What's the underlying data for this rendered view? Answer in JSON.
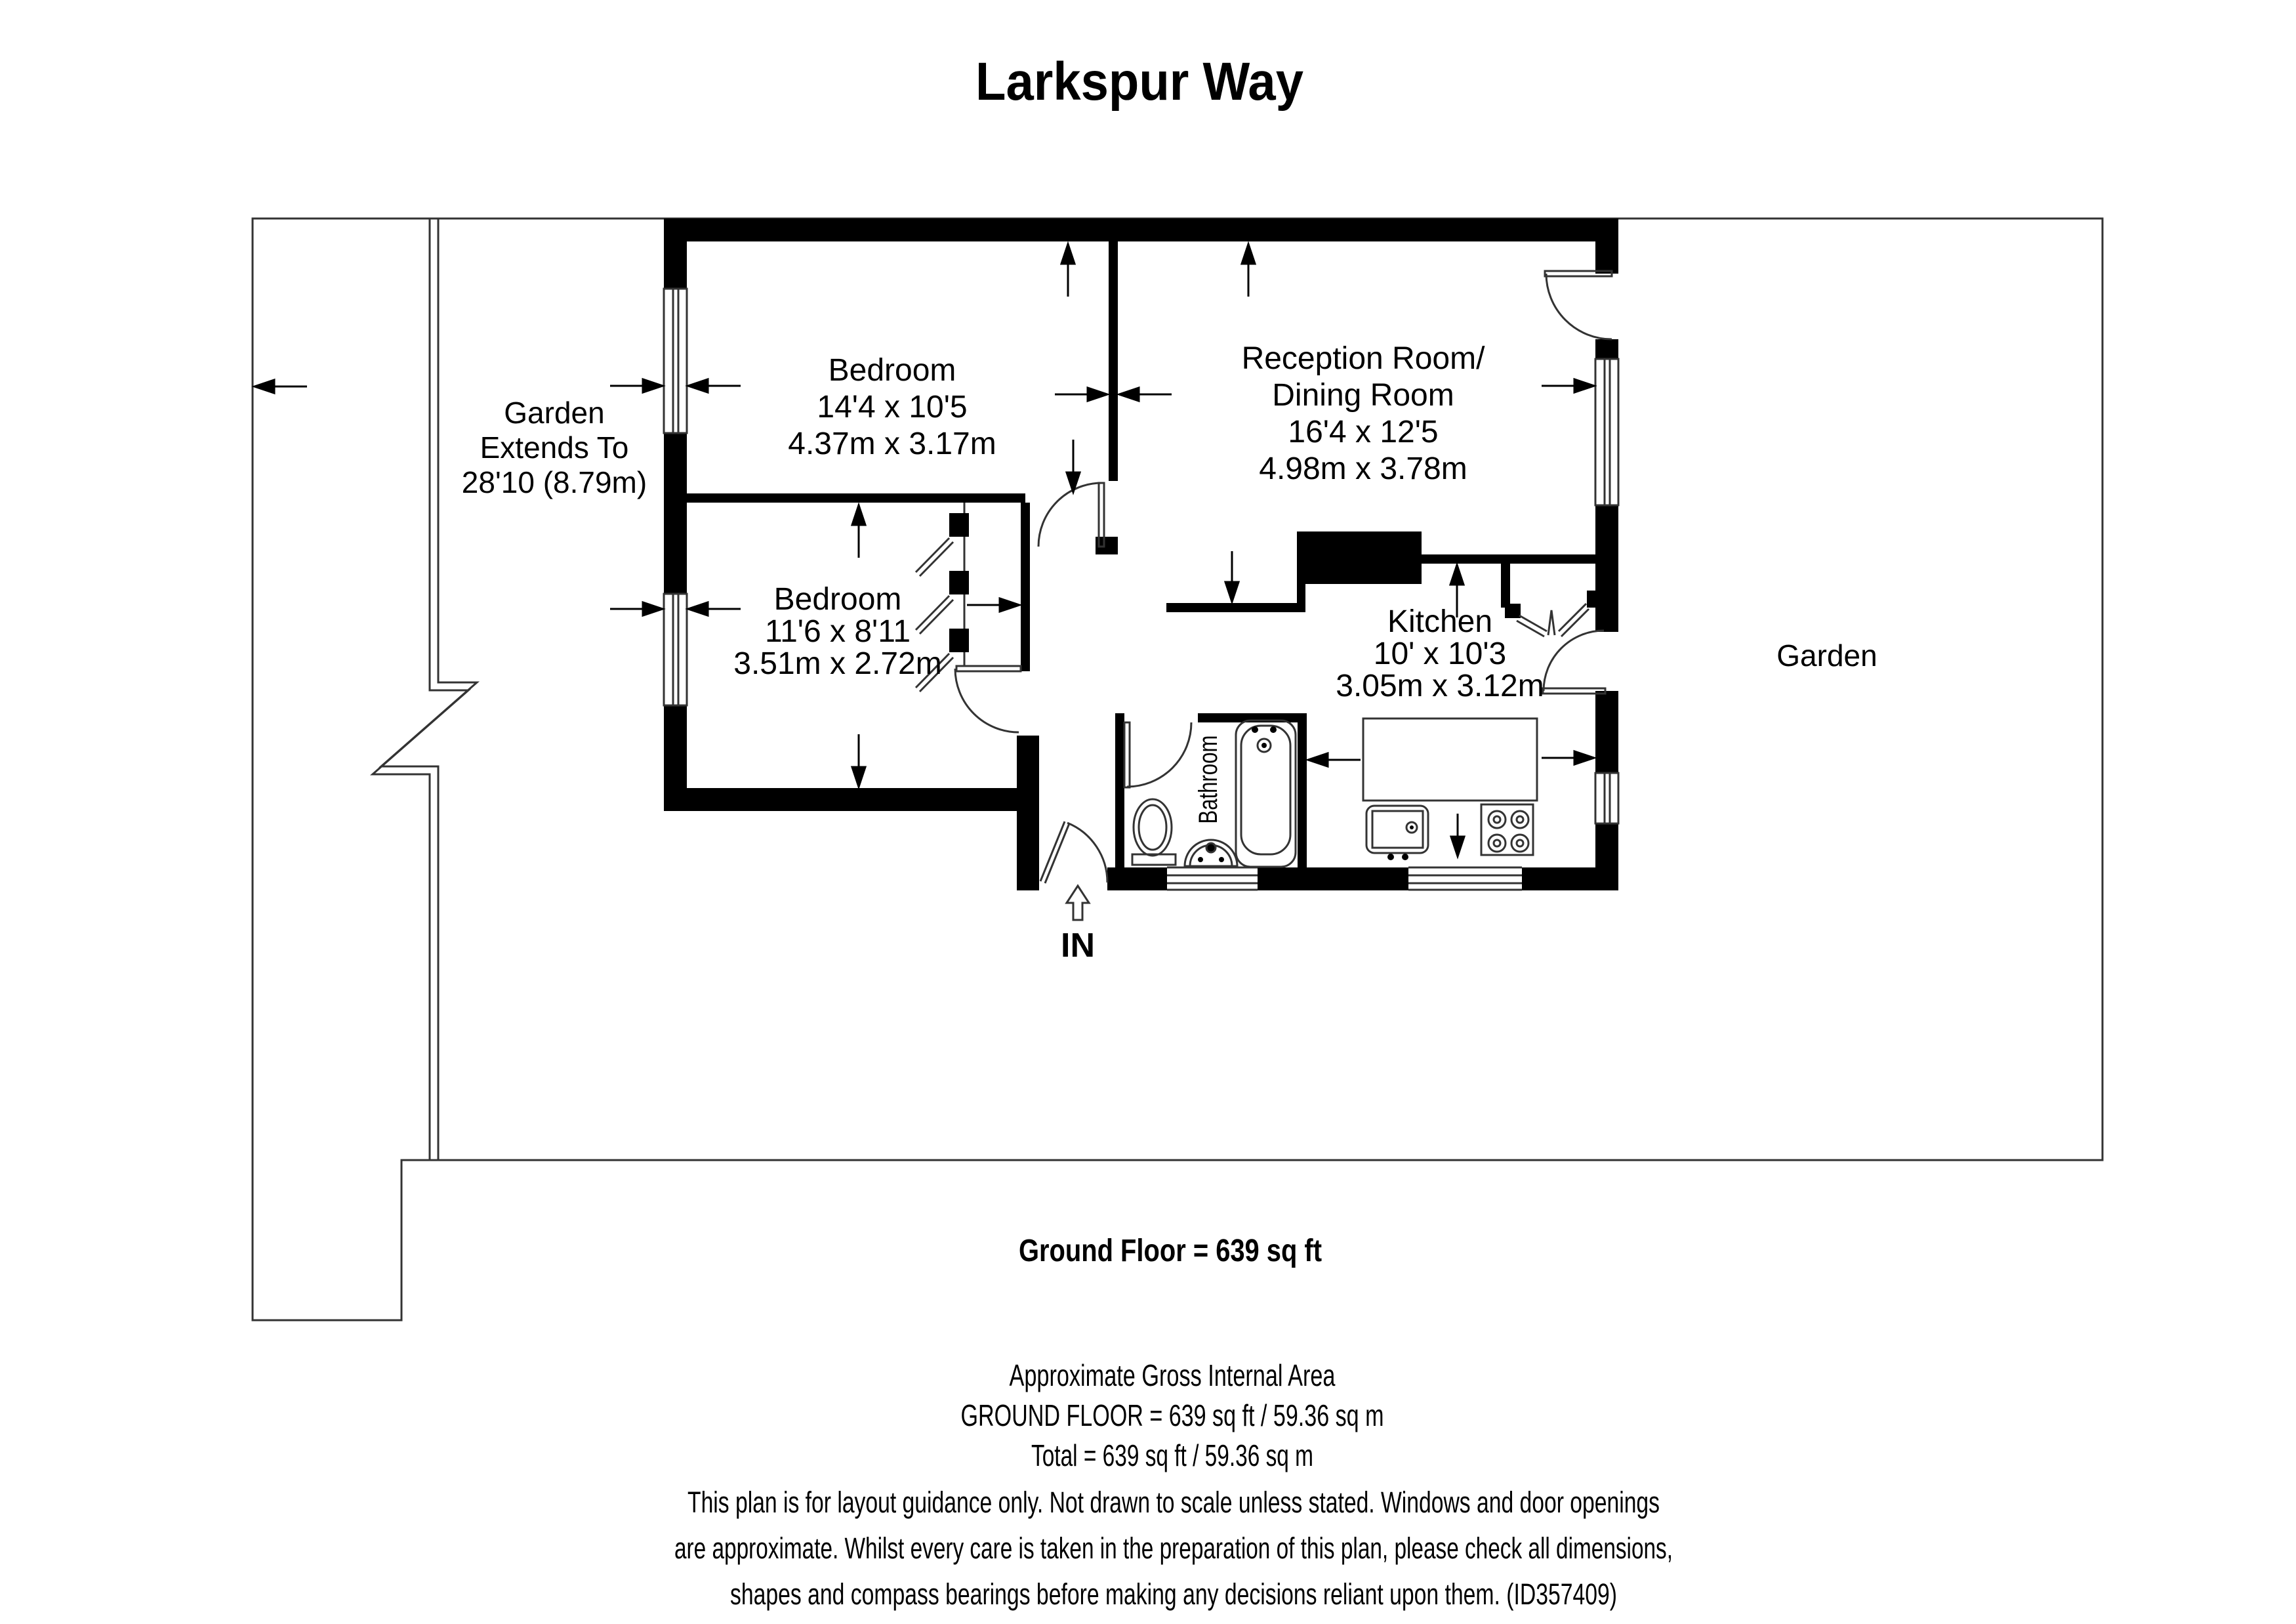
{
  "title": "Larkspur Way",
  "rooms": {
    "bedroom1": {
      "name": "Bedroom",
      "size_imperial": "14'4 x 10'5",
      "size_metric": "4.37m x 3.17m"
    },
    "reception": {
      "name_line1": "Reception Room/",
      "name_line2": "Dining Room",
      "size_imperial": "16'4 x 12'5",
      "size_metric": "4.98m x 3.78m"
    },
    "bedroom2": {
      "name": "Bedroom",
      "size_imperial": "11'6 x 8'11",
      "size_metric": "3.51m x 2.72m"
    },
    "kitchen": {
      "name": "Kitchen",
      "size_imperial": "10' x 10'3",
      "size_metric": "3.05m x 3.12m"
    },
    "bathroom": {
      "name": "Bathroom"
    }
  },
  "garden": {
    "left_line1": "Garden",
    "left_line2": "Extends To",
    "left_line3": "28'10 (8.79m)",
    "right_label": "Garden"
  },
  "entrance": {
    "label": "IN"
  },
  "summary": {
    "floor_total": "Ground Floor = 639 sq ft",
    "area_line1": "Approximate Gross Internal Area",
    "area_line2": "GROUND FLOOR = 639 sq ft / 59.36 sq m",
    "area_line3": "Total = 639 sq ft / 59.36 sq m"
  },
  "disclaimer": {
    "line1": "This plan is for layout guidance only. Not drawn to scale unless stated. Windows and door openings",
    "line2": "are approximate. Whilst every care is taken in the preparation of this plan, please check all dimensions,",
    "line3": "shapes and compass bearings before making any decisions reliant upon them. (ID357409)"
  },
  "colors": {
    "wall": "#000000",
    "line": "#333333",
    "background": "#ffffff"
  }
}
